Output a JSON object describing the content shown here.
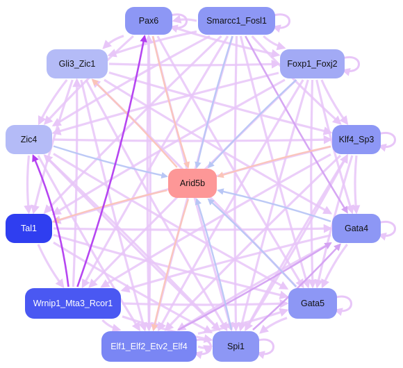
{
  "diagram": {
    "nodes": [
      {
        "id": "pax6",
        "label": "Pax6",
        "fill": "#8d97f5",
        "text_color": "#111111"
      },
      {
        "id": "smarcc1",
        "label": "Smarcc1_Fosl1",
        "fill": "#8d97f5",
        "text_color": "#111111"
      },
      {
        "id": "gli3",
        "label": "Gli3_Zic1",
        "fill": "#b4bbf7",
        "text_color": "#111111"
      },
      {
        "id": "foxp1",
        "label": "Foxp1_Foxj2",
        "fill": "#a2aaf5",
        "text_color": "#111111"
      },
      {
        "id": "zic4",
        "label": "Zic4",
        "fill": "#b4bbf7",
        "text_color": "#111111"
      },
      {
        "id": "klf4",
        "label": "Klf4_Sp3",
        "fill": "#8d97f5",
        "text_color": "#111111"
      },
      {
        "id": "arid5b",
        "label": "Arid5b",
        "fill": "#fd9797",
        "text_color": "#111111"
      },
      {
        "id": "tal1",
        "label": "Tal1",
        "fill": "#2f3ef0",
        "text_color": "#ffffff"
      },
      {
        "id": "gata4",
        "label": "Gata4",
        "fill": "#8d97f5",
        "text_color": "#111111"
      },
      {
        "id": "wrnip1",
        "label": "Wrnip1_Mta3_Rcor1",
        "fill": "#4a58f2",
        "text_color": "#ffffff"
      },
      {
        "id": "gata5",
        "label": "Gata5",
        "fill": "#8d97f5",
        "text_color": "#111111"
      },
      {
        "id": "elf1",
        "label": "Elf1_Elf2_Etv2_Elf4",
        "fill": "#7a86f4",
        "text_color": "#ffffff"
      },
      {
        "id": "spi1",
        "label": "Spi1",
        "fill": "#8d97f5",
        "text_color": "#111111"
      }
    ],
    "edge_colors": {
      "light_violet": "#e8c6f8",
      "violet": "#d4a2f2",
      "strong_violet": "#b23cf0",
      "blue": "#b8c6f5",
      "salmon": "#fbc4b8"
    },
    "edges": [
      {
        "from": "smarcc1",
        "to": "arid5b",
        "tone": "blue"
      },
      {
        "from": "pax6",
        "to": "arid5b",
        "tone": "salmon"
      },
      {
        "from": "foxp1",
        "to": "arid5b",
        "tone": "blue"
      },
      {
        "from": "klf4",
        "to": "arid5b",
        "tone": "salmon"
      },
      {
        "from": "zic4",
        "to": "arid5b",
        "tone": "blue"
      },
      {
        "from": "gata4",
        "to": "arid5b",
        "tone": "blue"
      },
      {
        "from": "gata5",
        "to": "arid5b",
        "tone": "blue"
      },
      {
        "from": "spi1",
        "to": "arid5b",
        "tone": "blue"
      },
      {
        "from": "arid5b",
        "to": "gli3",
        "tone": "salmon"
      },
      {
        "from": "arid5b",
        "to": "tal1",
        "tone": "salmon"
      },
      {
        "from": "arid5b",
        "to": "elf1",
        "tone": "salmon"
      },
      {
        "from": "wrnip1",
        "to": "pax6",
        "tone": "strong_violet"
      },
      {
        "from": "wrnip1",
        "to": "zic4",
        "tone": "strong_violet"
      },
      {
        "from": "elf1",
        "to": "gata4",
        "tone": "violet"
      },
      {
        "from": "spi1",
        "to": "gata4",
        "tone": "violet"
      },
      {
        "from": "smarcc1",
        "to": "gata4",
        "tone": "violet"
      },
      {
        "from": "smarcc1",
        "to": "gli3",
        "tone": "light_violet"
      },
      {
        "from": "smarcc1",
        "to": "zic4",
        "tone": "light_violet"
      },
      {
        "from": "smarcc1",
        "to": "tal1",
        "tone": "light_violet"
      },
      {
        "from": "smarcc1",
        "to": "wrnip1",
        "tone": "light_violet"
      },
      {
        "from": "smarcc1",
        "to": "elf1",
        "tone": "light_violet"
      },
      {
        "from": "smarcc1",
        "to": "spi1",
        "tone": "light_violet"
      },
      {
        "from": "smarcc1",
        "to": "gata5",
        "tone": "light_violet"
      },
      {
        "from": "smarcc1",
        "to": "klf4",
        "tone": "light_violet"
      },
      {
        "from": "smarcc1",
        "to": "foxp1",
        "tone": "light_violet"
      },
      {
        "from": "smarcc1",
        "to": "pax6",
        "tone": "light_violet"
      },
      {
        "from": "pax6",
        "to": "gli3",
        "tone": "light_violet"
      },
      {
        "from": "pax6",
        "to": "zic4",
        "tone": "light_violet"
      },
      {
        "from": "pax6",
        "to": "foxp1",
        "tone": "light_violet"
      },
      {
        "from": "pax6",
        "to": "spi1",
        "tone": "light_violet"
      },
      {
        "from": "pax6",
        "to": "gata5",
        "tone": "light_violet"
      },
      {
        "from": "pax6",
        "to": "elf1",
        "tone": "light_violet"
      },
      {
        "from": "gli3",
        "to": "foxp1",
        "tone": "light_violet"
      },
      {
        "from": "gli3",
        "to": "klf4",
        "tone": "light_violet"
      },
      {
        "from": "gli3",
        "to": "gata4",
        "tone": "light_violet"
      },
      {
        "from": "gli3",
        "to": "spi1",
        "tone": "light_violet"
      },
      {
        "from": "gli3",
        "to": "elf1",
        "tone": "light_violet"
      },
      {
        "from": "gli3",
        "to": "tal1",
        "tone": "light_violet"
      },
      {
        "from": "gli3",
        "to": "zic4",
        "tone": "light_violet"
      },
      {
        "from": "foxp1",
        "to": "zic4",
        "tone": "light_violet"
      },
      {
        "from": "foxp1",
        "to": "klf4",
        "tone": "light_violet"
      },
      {
        "from": "foxp1",
        "to": "gata4",
        "tone": "light_violet"
      },
      {
        "from": "foxp1",
        "to": "gata5",
        "tone": "light_violet"
      },
      {
        "from": "foxp1",
        "to": "spi1",
        "tone": "light_violet"
      },
      {
        "from": "foxp1",
        "to": "elf1",
        "tone": "light_violet"
      },
      {
        "from": "foxp1",
        "to": "wrnip1",
        "tone": "light_violet"
      },
      {
        "from": "foxp1",
        "to": "tal1",
        "tone": "light_violet"
      },
      {
        "from": "zic4",
        "to": "klf4",
        "tone": "light_violet"
      },
      {
        "from": "zic4",
        "to": "tal1",
        "tone": "light_violet"
      },
      {
        "from": "zic4",
        "to": "gata5",
        "tone": "light_violet"
      },
      {
        "from": "zic4",
        "to": "spi1",
        "tone": "light_violet"
      },
      {
        "from": "zic4",
        "to": "elf1",
        "tone": "light_violet"
      },
      {
        "from": "klf4",
        "to": "tal1",
        "tone": "light_violet"
      },
      {
        "from": "klf4",
        "to": "wrnip1",
        "tone": "light_violet"
      },
      {
        "from": "klf4",
        "to": "elf1",
        "tone": "light_violet"
      },
      {
        "from": "klf4",
        "to": "spi1",
        "tone": "light_violet"
      },
      {
        "from": "klf4",
        "to": "gata4",
        "tone": "light_violet"
      },
      {
        "from": "klf4",
        "to": "gata5",
        "tone": "light_violet"
      },
      {
        "from": "tal1",
        "to": "gata4",
        "tone": "light_violet"
      },
      {
        "from": "tal1",
        "to": "wrnip1",
        "tone": "light_violet"
      },
      {
        "from": "tal1",
        "to": "spi1",
        "tone": "light_violet"
      },
      {
        "from": "tal1",
        "to": "gata5",
        "tone": "light_violet"
      },
      {
        "from": "gata4",
        "to": "wrnip1",
        "tone": "light_violet"
      },
      {
        "from": "gata4",
        "to": "gata5",
        "tone": "light_violet"
      },
      {
        "from": "gata4",
        "to": "elf1",
        "tone": "light_violet"
      },
      {
        "from": "wrnip1",
        "to": "elf1",
        "tone": "light_violet"
      },
      {
        "from": "wrnip1",
        "to": "spi1",
        "tone": "light_violet"
      },
      {
        "from": "wrnip1",
        "to": "gata5",
        "tone": "light_violet"
      },
      {
        "from": "wrnip1",
        "to": "gli3",
        "tone": "light_violet"
      },
      {
        "from": "elf1",
        "to": "spi1",
        "tone": "light_violet"
      },
      {
        "from": "elf1",
        "to": "gata5",
        "tone": "light_violet"
      },
      {
        "from": "gata5",
        "to": "spi1",
        "tone": "light_violet"
      },
      {
        "from": "spi1",
        "to": "klf4",
        "tone": "light_violet"
      },
      {
        "from": "gata5",
        "to": "gli3",
        "tone": "light_violet"
      },
      {
        "from": "elf1",
        "to": "pax6",
        "tone": "light_violet"
      },
      {
        "from": "spi1",
        "to": "zic4",
        "tone": "light_violet"
      }
    ],
    "self_loops": [
      "pax6",
      "smarcc1",
      "foxp1",
      "klf4",
      "gata4",
      "gata5",
      "spi1",
      "elf1"
    ]
  }
}
